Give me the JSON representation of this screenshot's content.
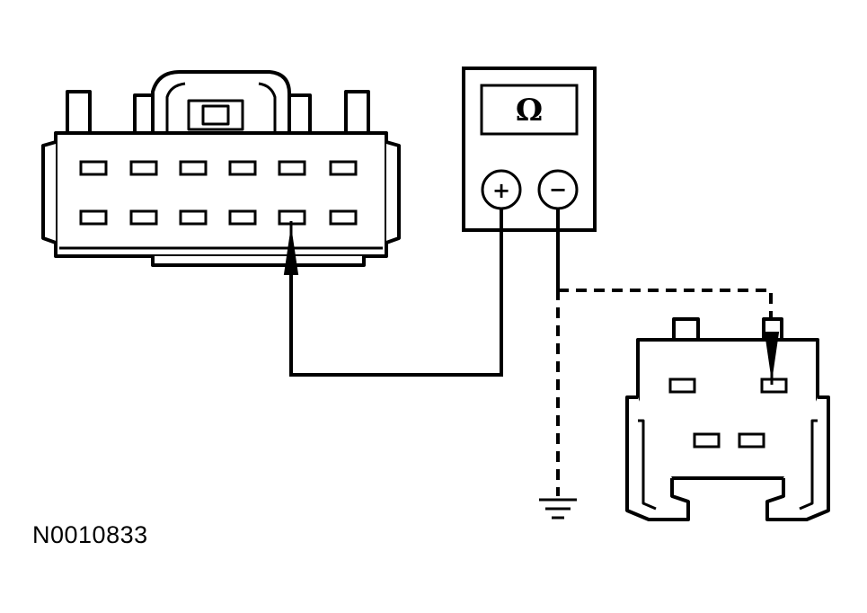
{
  "figure": {
    "reference_id": "N0010833"
  },
  "meter": {
    "display_symbol": "Ω",
    "positive_terminal": "+",
    "negative_terminal": "−"
  },
  "wiring": {
    "positive_lead": "solid",
    "negative_lead": "dashed"
  },
  "colors": {
    "line": "#000000",
    "background": "#ffffff"
  },
  "icons": [
    "multimeter-icon",
    "ground-symbol-icon",
    "test-probe-icon",
    "connector-icon"
  ]
}
